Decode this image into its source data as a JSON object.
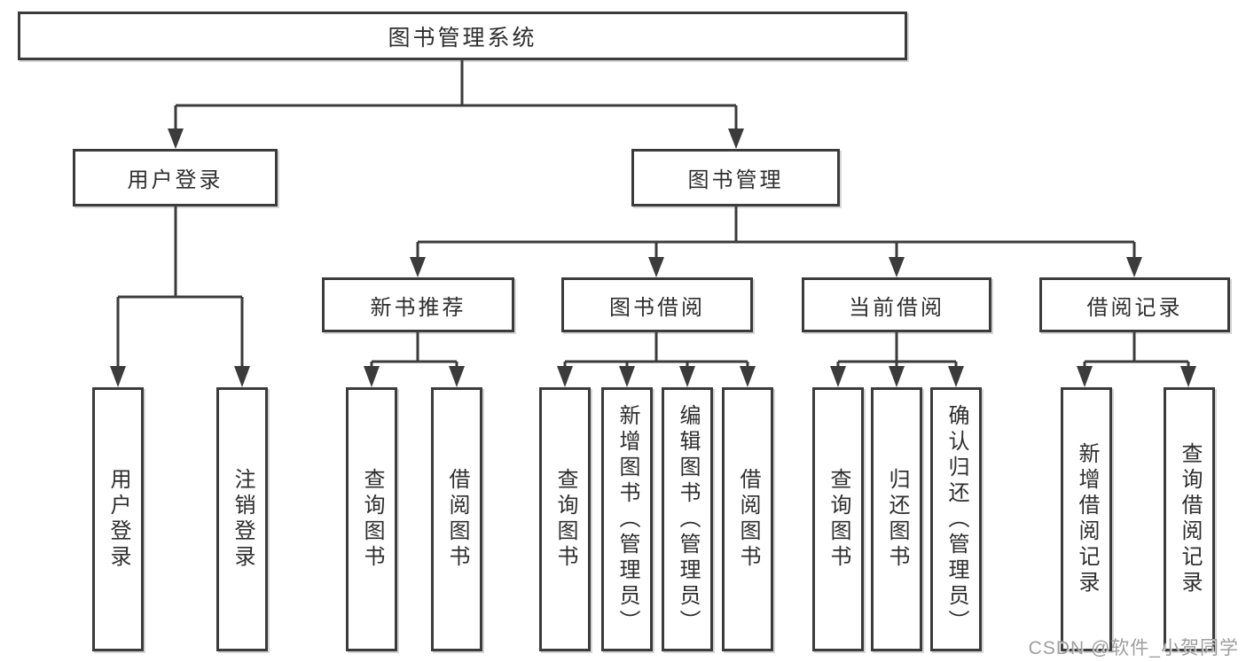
{
  "nodes": {
    "root": "图书管理系统",
    "l2": [
      "用户登录",
      "图书管理"
    ],
    "l3": [
      "新书推荐",
      "图书借阅",
      "当前借阅",
      "借阅记录"
    ],
    "leaves": [
      "用户登录",
      "注销登录",
      "查询图书",
      "借阅图书",
      "查询图书",
      "新增图书（管理员）",
      "编辑图书（管理员）",
      "借阅图书",
      "查询图书",
      "归还图书",
      "确认归还（管理员）",
      "新增借阅记录",
      "查询借阅记录"
    ]
  },
  "hierarchy": {
    "图书管理系统": [
      "用户登录",
      "图书管理"
    ],
    "用户登录": [
      "用户登录",
      "注销登录"
    ],
    "图书管理": [
      "新书推荐",
      "图书借阅",
      "当前借阅",
      "借阅记录"
    ],
    "新书推荐": [
      "查询图书",
      "借阅图书"
    ],
    "图书借阅": [
      "查询图书",
      "新增图书（管理员）",
      "编辑图书（管理员）",
      "借阅图书"
    ],
    "当前借阅": [
      "查询图书",
      "归还图书",
      "确认归还（管理员）"
    ],
    "借阅记录": [
      "新增借阅记录",
      "查询借阅记录"
    ]
  },
  "watermark": "CSDN @软件_小贺同学",
  "colors": {
    "line": "#3b3b3b",
    "text": "#2e2e2e",
    "box_fill": "#ffffff",
    "background": "#ffffff",
    "watermark": "#9e9e9e"
  }
}
